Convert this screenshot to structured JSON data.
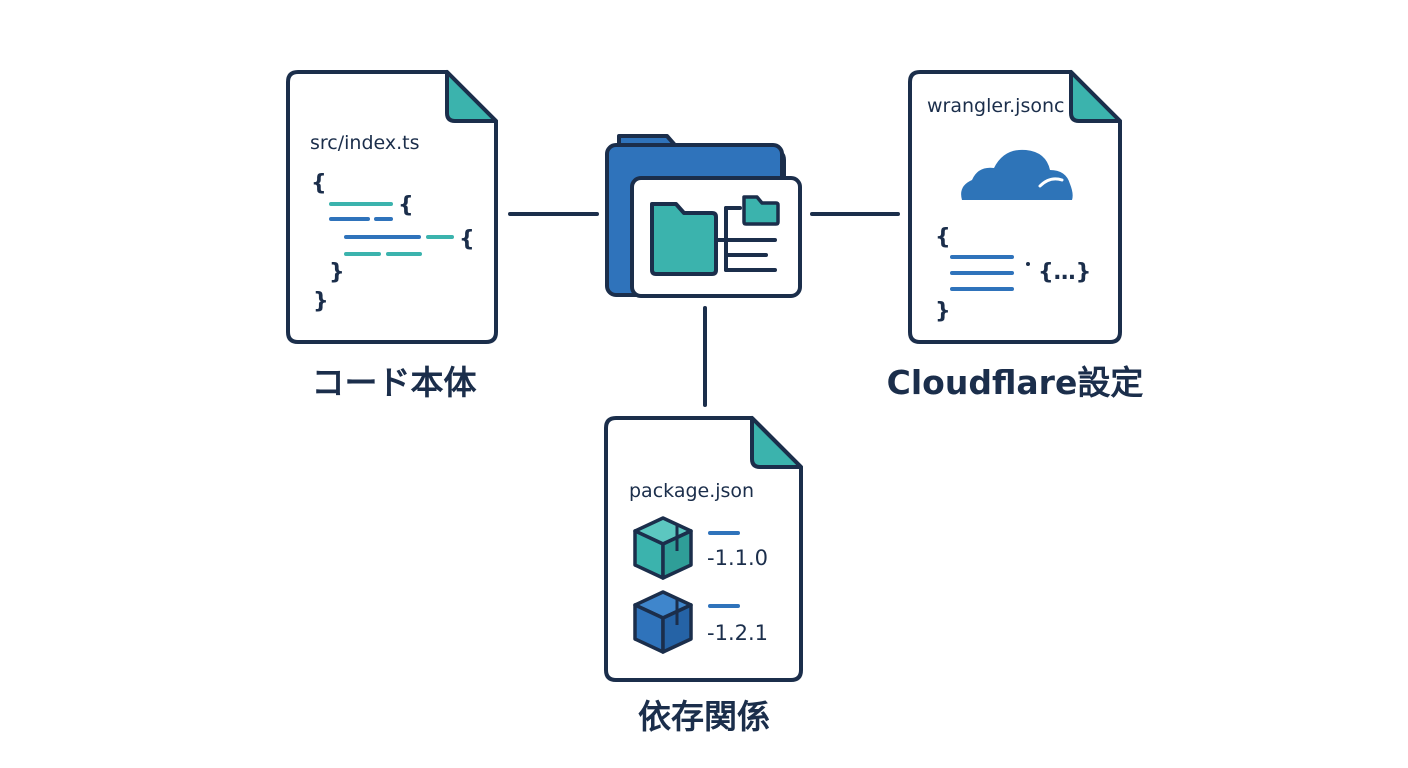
{
  "files": {
    "index": {
      "filename": "src/index.ts",
      "caption": "コード本体"
    },
    "wrangler": {
      "filename": "wrangler.jsonc",
      "caption": "Cloudflare設定",
      "snippet": "{…}"
    },
    "package": {
      "filename": "package.json",
      "caption": "依存関係",
      "dependencies": [
        {
          "version": "-1.1.0",
          "color": "#3bb3ad"
        },
        {
          "version": "-1.2.1",
          "color": "#2f73bb"
        }
      ]
    }
  },
  "colors": {
    "outline": "#1b2e4b",
    "teal": "#3bb3ad",
    "blue": "#2f73bb",
    "cloud": "#2e74b8"
  },
  "icons": {
    "center": "folder-structure-icon",
    "cloud": "cloudflare-cloud-icon",
    "box": "package-box-icon"
  }
}
